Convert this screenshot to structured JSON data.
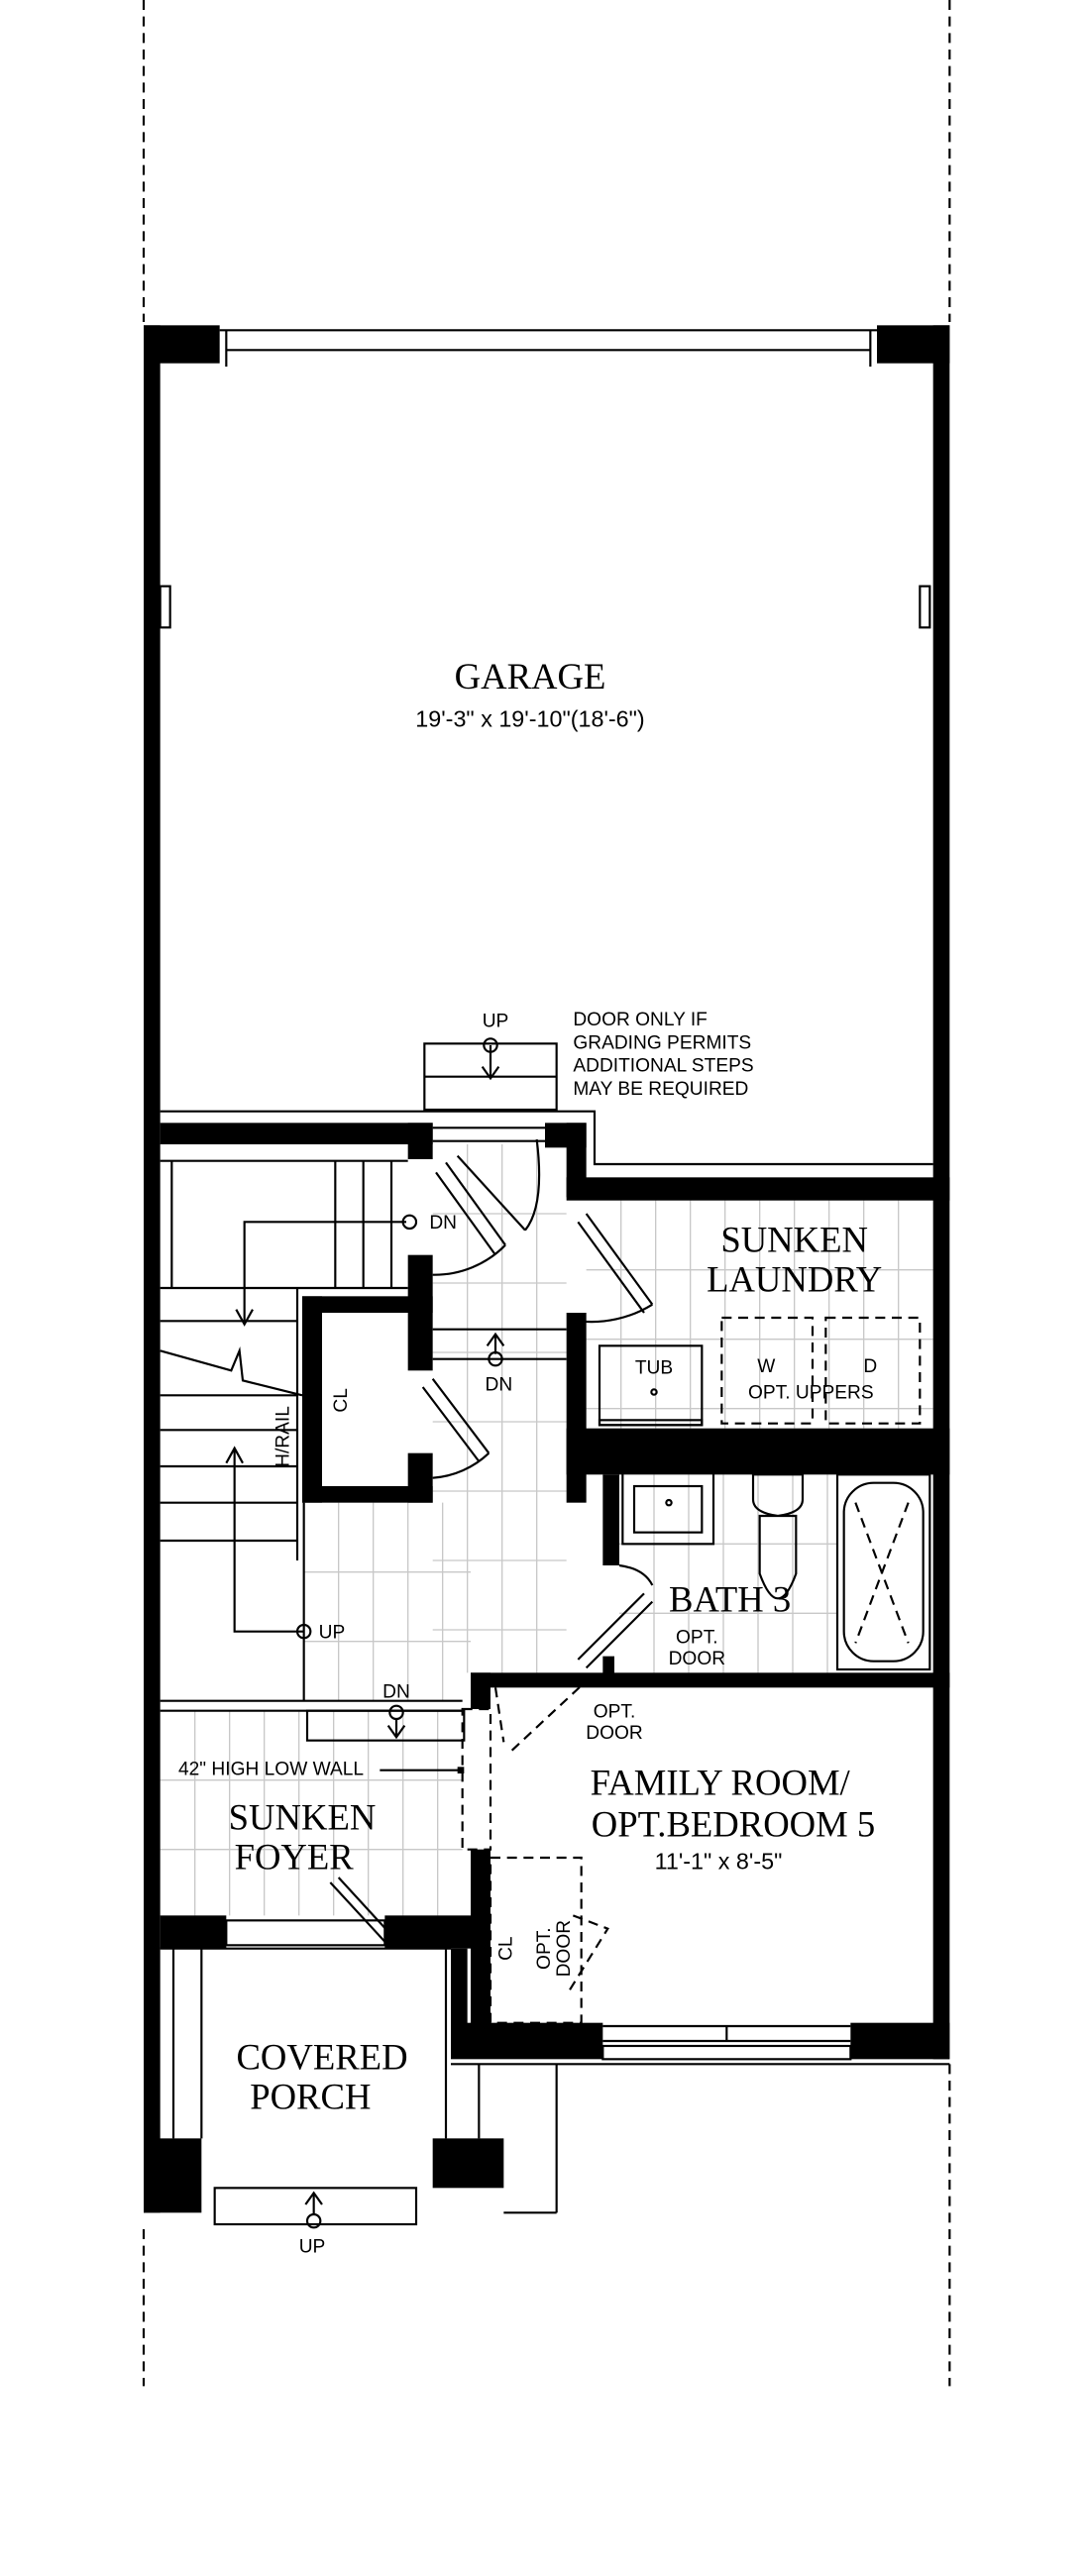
{
  "colors": {
    "wall": "#000000",
    "tile_lines": "#c8c8c8",
    "background": "#ffffff"
  },
  "rooms": {
    "garage": {
      "name": "GARAGE",
      "dimensions": "19'-3\" x 19'-10\"(18'-6\")"
    },
    "laundry": {
      "line1": "SUNKEN",
      "line2": "LAUNDRY"
    },
    "bath": {
      "name": "BATH 3"
    },
    "family": {
      "line1": "FAMILY ROOM/",
      "line2": "OPT.BEDROOM 5",
      "dimensions": "11'-1\" x 8'-5\""
    },
    "foyer": {
      "line1": "SUNKEN",
      "line2": "FOYER"
    },
    "porch": {
      "line1": "COVERED",
      "line2": "PORCH"
    }
  },
  "labels": {
    "garage_up": "UP",
    "garage_note": [
      "DOOR ONLY IF",
      "GRADING PERMITS",
      "ADDITIONAL STEPS",
      "MAY BE REQUIRED"
    ],
    "stair_dn": "DN",
    "hall_dn": "DN",
    "stair_up": "UP",
    "foyer_dn": "DN",
    "porch_up": "UP",
    "closet": "CL",
    "family_closet": "CL",
    "handrail": "H/RAIL",
    "tub": "TUB",
    "washer": "W",
    "dryer": "D",
    "opt_uppers": "OPT. UPPERS",
    "bath_opt_door": [
      "OPT.",
      "DOOR"
    ],
    "family_opt_door": [
      "OPT.",
      "DOOR"
    ],
    "closet_opt_door": [
      "OPT.",
      "DOOR"
    ],
    "low_wall": "42\" HIGH LOW WALL"
  }
}
